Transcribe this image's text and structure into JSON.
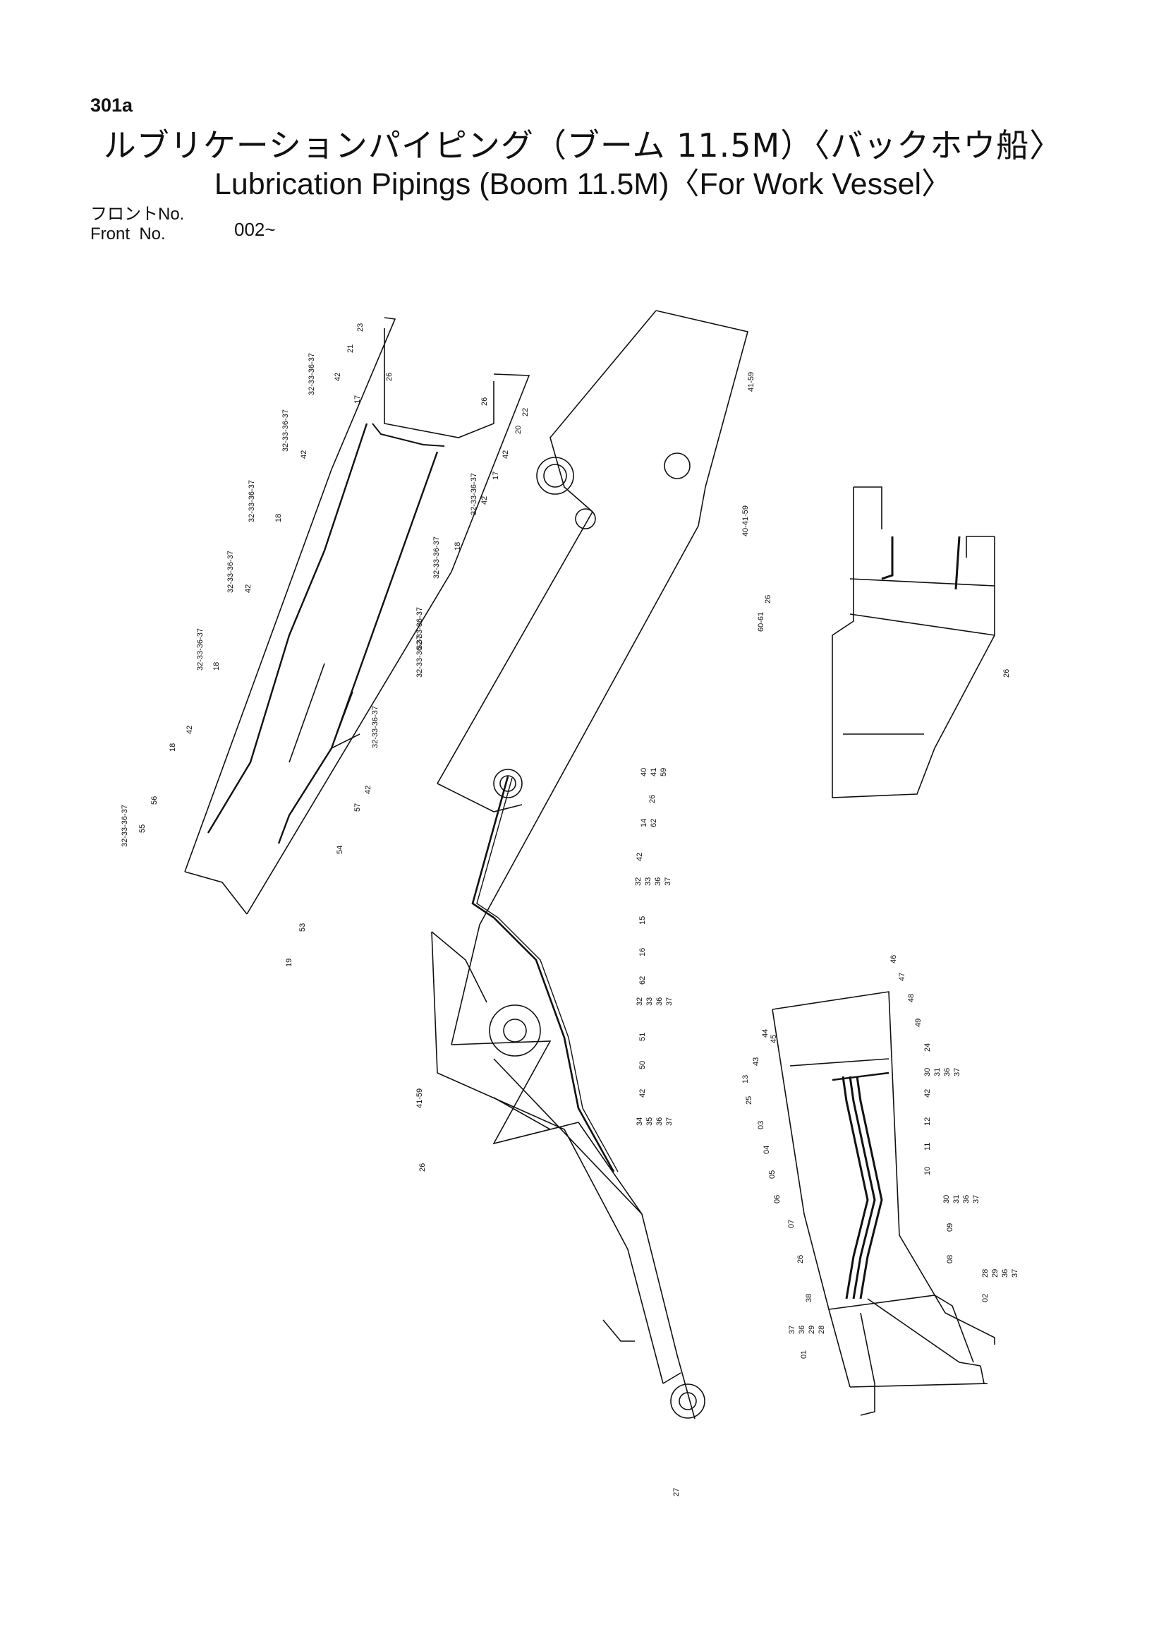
{
  "header": {
    "page_number": "301a",
    "title_jp": "ルブリケーションパイピング（ブーム 11.5M）〈バックホウ船〉",
    "title_en": "Lubrication Pipings (Boom 11.5M)〈For Work Vessel〉",
    "front_label_jp": "フロントNo.",
    "front_label_en": "Front  No.",
    "front_range": "002~"
  },
  "callouts": {
    "left_view": [
      "23",
      "21",
      "26",
      "32-33-36-37",
      "42",
      "17",
      "26",
      "22",
      "20",
      "42",
      "17",
      "32-33-36-37",
      "42",
      "18",
      "32-33-36-37",
      "32-33-36-37",
      "32-33-36-37",
      "42",
      "18",
      "32-33-36-37",
      "42",
      "32-33-36-37",
      "18",
      "32-33-36-37",
      "32-33-36-37",
      "42",
      "32-33-36-37",
      "18",
      "42",
      "57",
      "56",
      "55",
      "32-33-36-37",
      "54",
      "53",
      "19"
    ],
    "main_boom": [
      "41-59",
      "40-41-59",
      "60-61",
      "40",
      "41",
      "59",
      "26",
      "14",
      "62",
      "42",
      "32",
      "33",
      "36",
      "37",
      "15",
      "16",
      "62",
      "32",
      "33",
      "36",
      "37",
      "51",
      "50",
      "42",
      "34",
      "35",
      "36",
      "37",
      "41-59",
      "26",
      "27"
    ],
    "right_top_view": [
      "26",
      "26"
    ],
    "right_bottom_view": [
      "46",
      "47",
      "48",
      "49",
      "44",
      "45",
      "43",
      "13",
      "25",
      "24",
      "30",
      "31",
      "36",
      "37",
      "42",
      "12",
      "03",
      "04",
      "05",
      "06",
      "07",
      "11",
      "10",
      "30",
      "31",
      "36",
      "37",
      "09",
      "08",
      "26",
      "28",
      "29",
      "36",
      "37",
      "38",
      "37",
      "36",
      "29",
      "28",
      "02",
      "01"
    ]
  }
}
